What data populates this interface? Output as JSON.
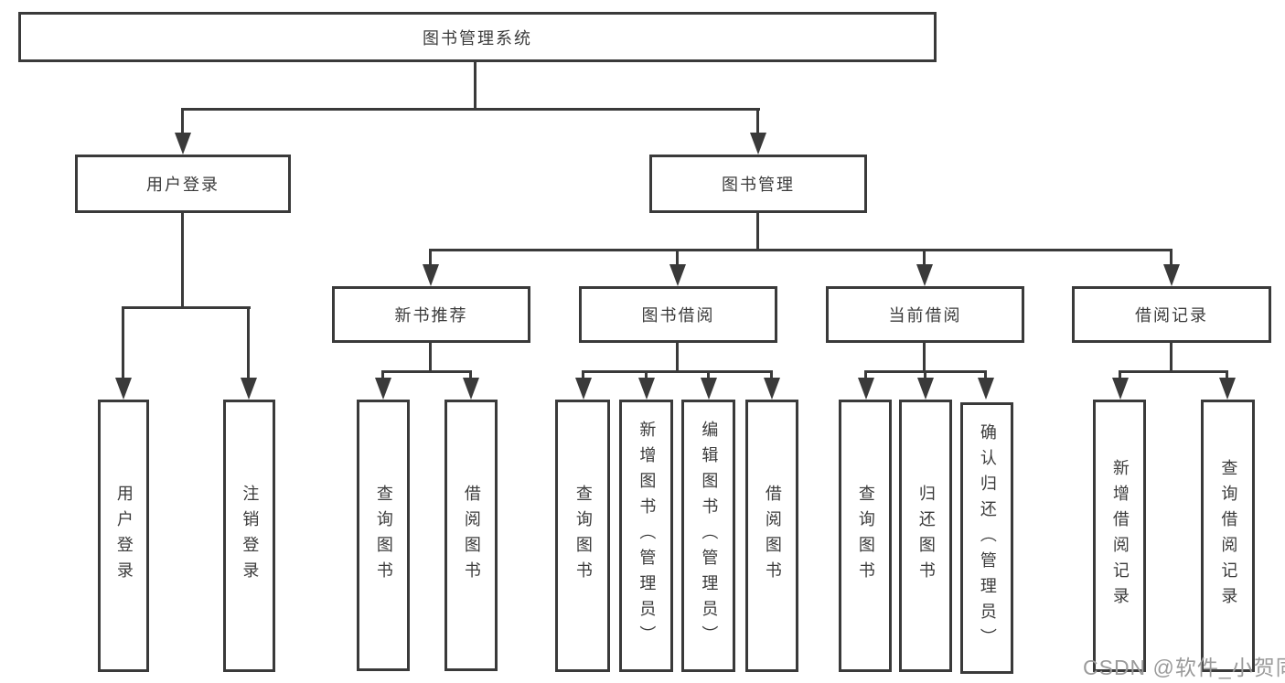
{
  "diagram": {
    "title_node": "图书管理系统",
    "level2": [
      {
        "label": "用户登录"
      },
      {
        "label": "图书管理"
      }
    ],
    "level3": [
      {
        "label": "新书推荐"
      },
      {
        "label": "图书借阅"
      },
      {
        "label": "当前借阅"
      },
      {
        "label": "借阅记录"
      }
    ],
    "leaves": {
      "user_login": [
        "用户登录",
        "注销登录"
      ],
      "new_book": [
        "查询图书",
        "借阅图书"
      ],
      "book_borrow": [
        "查询图书",
        "新增图书（管理员）",
        "编辑图书（管理员）",
        "借阅图书"
      ],
      "current_borrow": [
        "查询图书",
        "归还图书",
        "确认归还（管理员）"
      ],
      "borrow_record": [
        "新增借阅记录",
        "查询借阅记录"
      ]
    }
  },
  "colors": {
    "stroke": "#3a3a3a",
    "text": "#3b3b3b",
    "watermark": "#9b9b9b"
  },
  "watermark": {
    "text": "CSDN @软件_小贺同学"
  }
}
